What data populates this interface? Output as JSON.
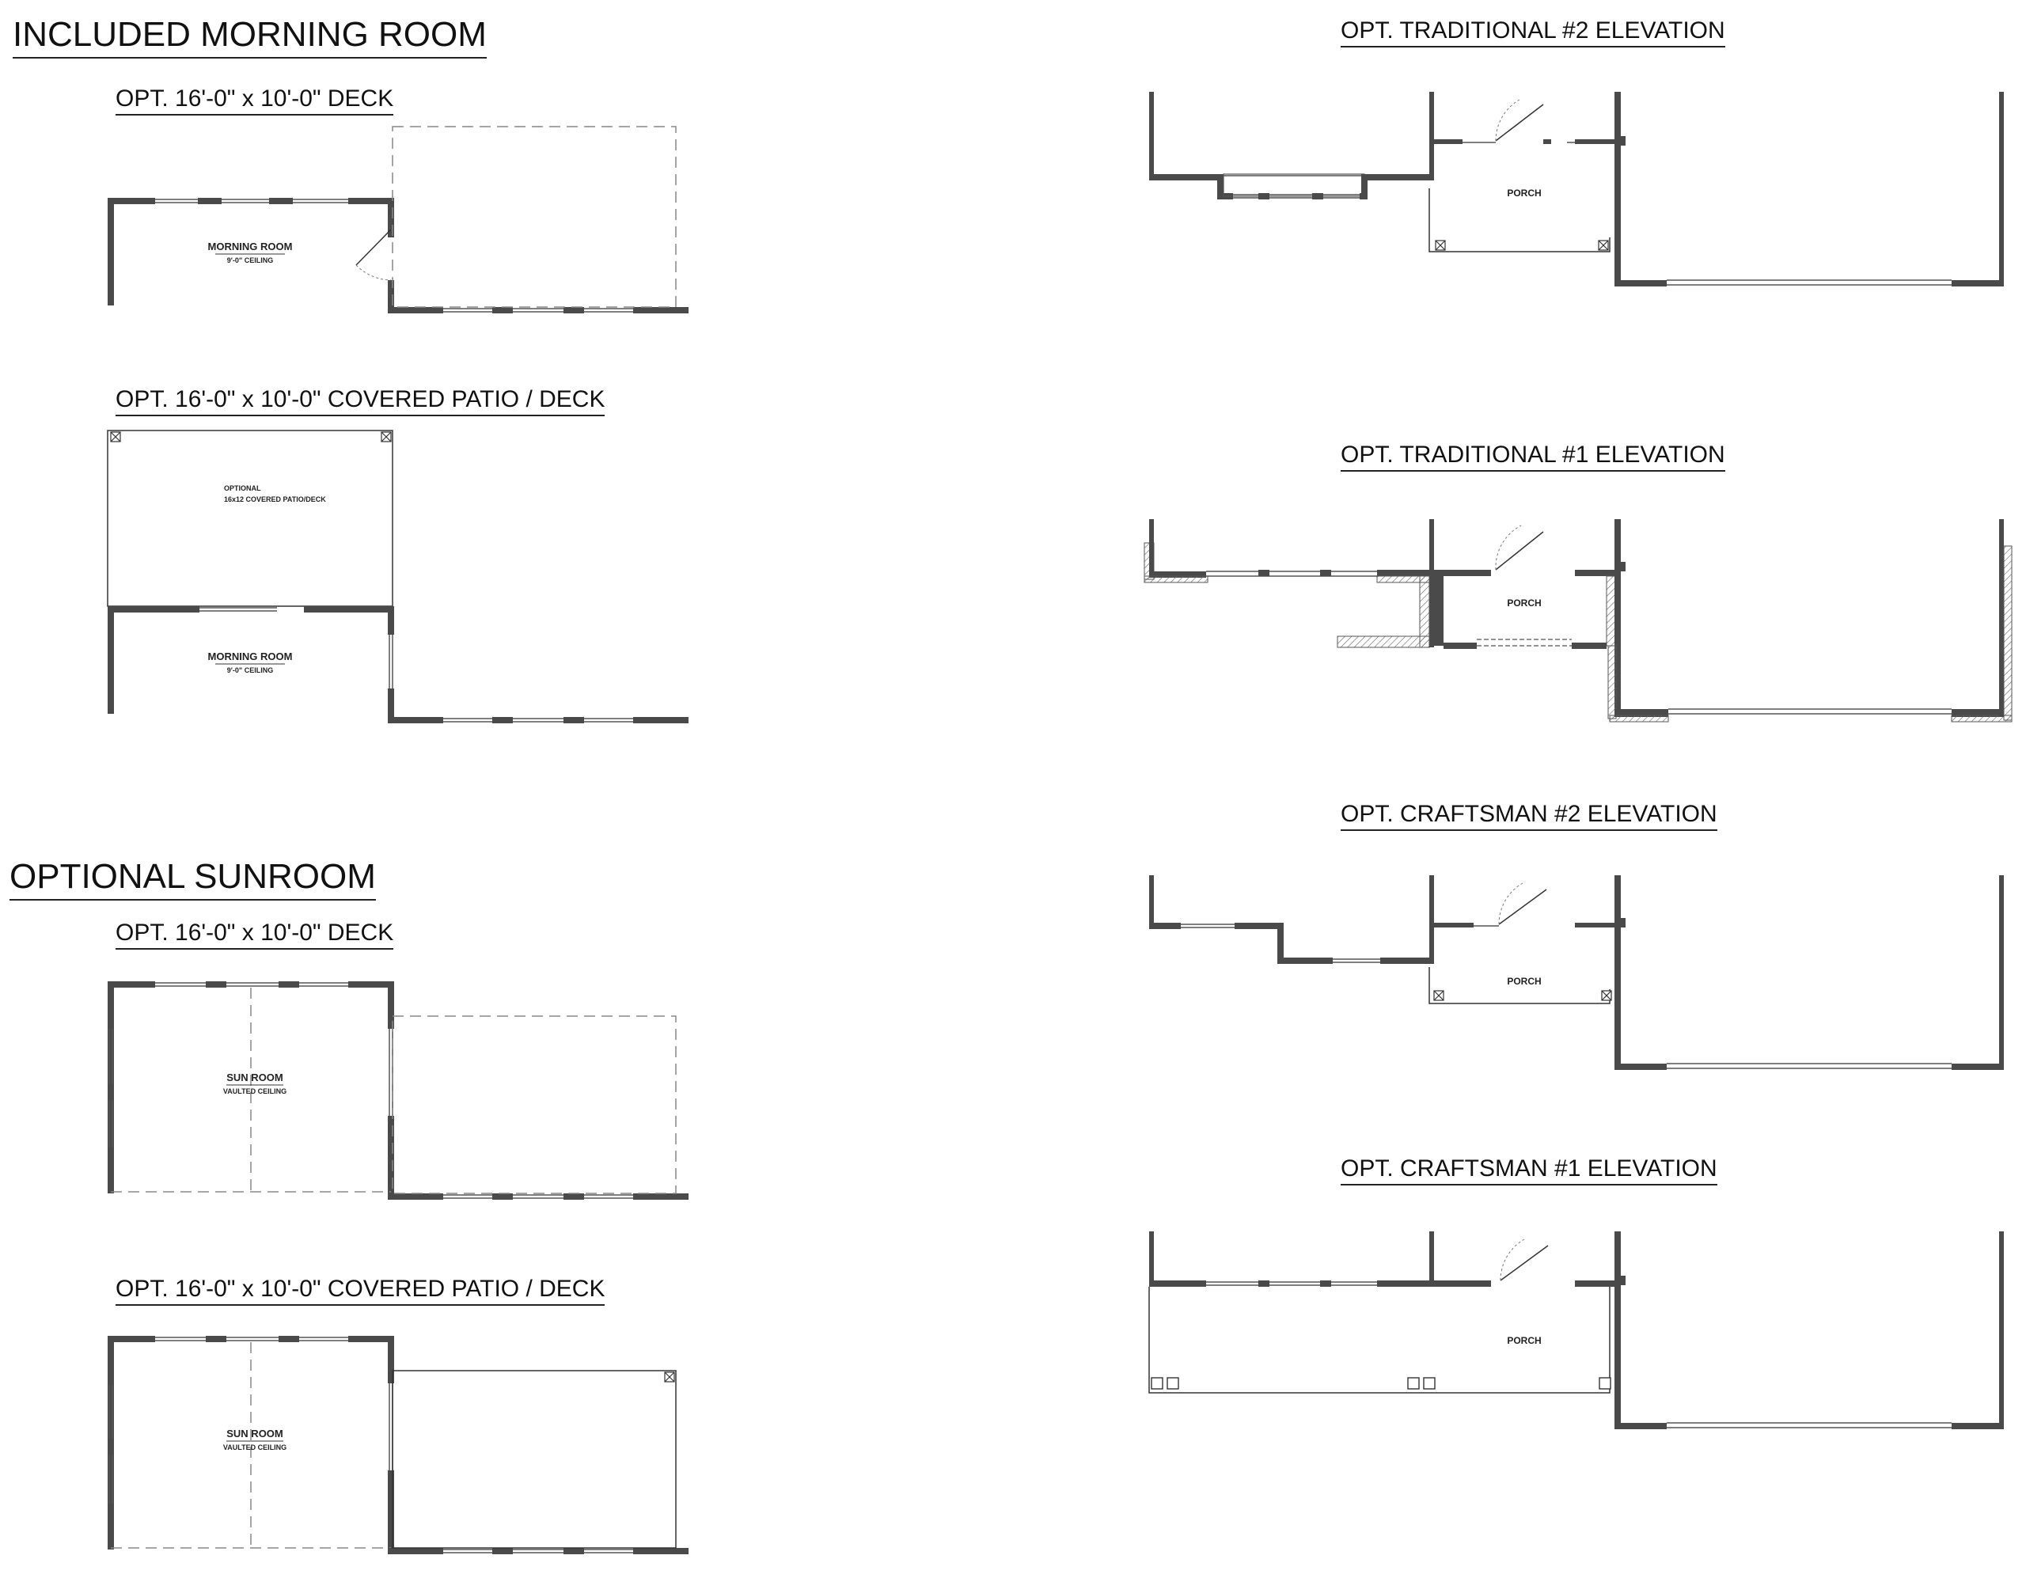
{
  "headings": {
    "morning_room": "INCLUDED MORNING ROOM",
    "sunroom": "OPTIONAL SUNROOM"
  },
  "plans": {
    "morning_deck": {
      "title": "OPT. 16'-0\" x 10'-0\" DECK",
      "room_label": "MORNING ROOM",
      "room_sub": "9'-0\" CEILING"
    },
    "morning_patio": {
      "title": "OPT. 16'-0\" x 10'-0\" COVERED PATIO / DECK",
      "patio_label": "OPTIONAL",
      "patio_sub": "16x12 COVERED PATIO/DECK",
      "room_label": "MORNING ROOM",
      "room_sub": "9'-0\" CEILING"
    },
    "sunroom_deck": {
      "title": "OPT. 16'-0\" x 10'-0\" DECK",
      "room_label": "SUN ROOM",
      "room_sub": "VAULTED CEILING"
    },
    "sunroom_patio": {
      "title": "OPT. 16'-0\" x 10'-0\" COVERED PATIO / DECK",
      "room_label": "SUN ROOM",
      "room_sub": "VAULTED CEILING"
    },
    "traditional_2": {
      "title": "OPT. TRADITIONAL #2 ELEVATION",
      "porch_label": "PORCH"
    },
    "traditional_1": {
      "title": "OPT. TRADITIONAL #1 ELEVATION",
      "porch_label": "PORCH"
    },
    "craftsman_2": {
      "title": "OPT. CRAFTSMAN #2 ELEVATION",
      "porch_label": "PORCH"
    },
    "craftsman_1": {
      "title": "OPT. CRAFTSMAN #1 ELEVATION",
      "porch_label": "PORCH"
    }
  },
  "colors": {
    "wall": "#4a4a4a",
    "line": "#333333",
    "dashed": "#888888"
  }
}
